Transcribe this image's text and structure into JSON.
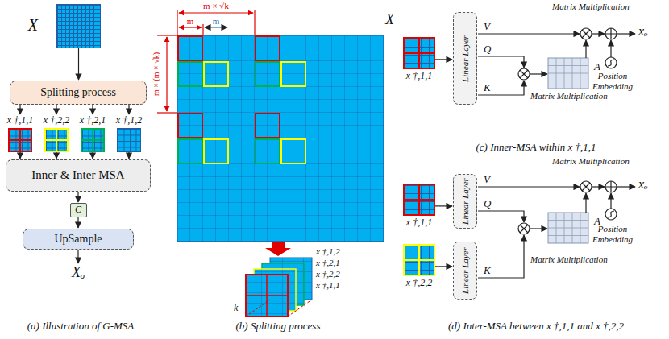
{
  "diagram": {
    "nodes": [
      {
        "text": [
          "X"
        ]
      },
      {
        "text": [
          "Splitting process"
        ]
      },
      {
        "text": [
          "x †,1,1"
        ]
      },
      {
        "text": [
          "x †,2,2"
        ]
      },
      {
        "text": [
          "x †,2,1"
        ]
      },
      {
        "text": [
          "x †,1,2"
        ]
      },
      {
        "text": [
          "Inner & Inter MSA"
        ]
      },
      {
        "text": [
          "C"
        ]
      },
      {
        "text": [
          "UpSample"
        ]
      },
      {
        "text": [
          "x †,1,1"
        ]
      },
      {
        "text": [
          "Linear Layer"
        ]
      },
      {
        "text": [
          "x †,1,1"
        ]
      },
      {
        "text": [
          "Linear Layer"
        ]
      },
      {
        "text": [
          "x †,2,2"
        ]
      },
      {
        "text": [
          "Linear Layer"
        ]
      }
    ],
    "edges": [
      {
        "from": 0,
        "to": 1,
        "arrow": "to"
      },
      {
        "from": 1,
        "to": 2,
        "arrow": "to"
      },
      {
        "from": 1,
        "to": 3,
        "arrow": "to"
      },
      {
        "from": 1,
        "to": 4,
        "arrow": "to"
      },
      {
        "from": 1,
        "to": 5,
        "arrow": "to"
      },
      {
        "from": 2,
        "to": 6,
        "arrow": "to"
      },
      {
        "from": 3,
        "to": 6,
        "arrow": "to"
      },
      {
        "from": 4,
        "to": 6,
        "arrow": "to"
      },
      {
        "from": 5,
        "to": 6,
        "arrow": "to"
      },
      {
        "from": 6,
        "to": 7,
        "arrow": "to"
      },
      {
        "from": 7,
        "to": 8,
        "arrow": "to"
      },
      {
        "from": 9,
        "to": 10,
        "arrow": "to"
      },
      {
        "from": 11,
        "to": 12,
        "arrow": "to"
      },
      {
        "from": 13,
        "to": 14,
        "arrow": "to"
      }
    ],
    "labels": [
      "Xₒ",
      "(a) Illustration of G-MSA",
      "X",
      "m × √k",
      "m",
      "m",
      "m × (m × √k)",
      "x †,1,2",
      "x †,2,1",
      "x †,2,2",
      "x †,1,1",
      "k",
      "(b) Splitting process",
      "Matrix Multiplication",
      "V",
      "Q",
      "K",
      "A",
      "Matrix Multiplication",
      "Position Embedding",
      "xₒ",
      "(c) Inner-MSA within x †,1,1",
      "Matrix Multiplication",
      "V",
      "Q",
      "K",
      "A",
      "Matrix Multiplication",
      "Position Embedding",
      "xₒ",
      "(d) Inter-MSA between x †,1,1 and x †,2,2"
    ]
  }
}
